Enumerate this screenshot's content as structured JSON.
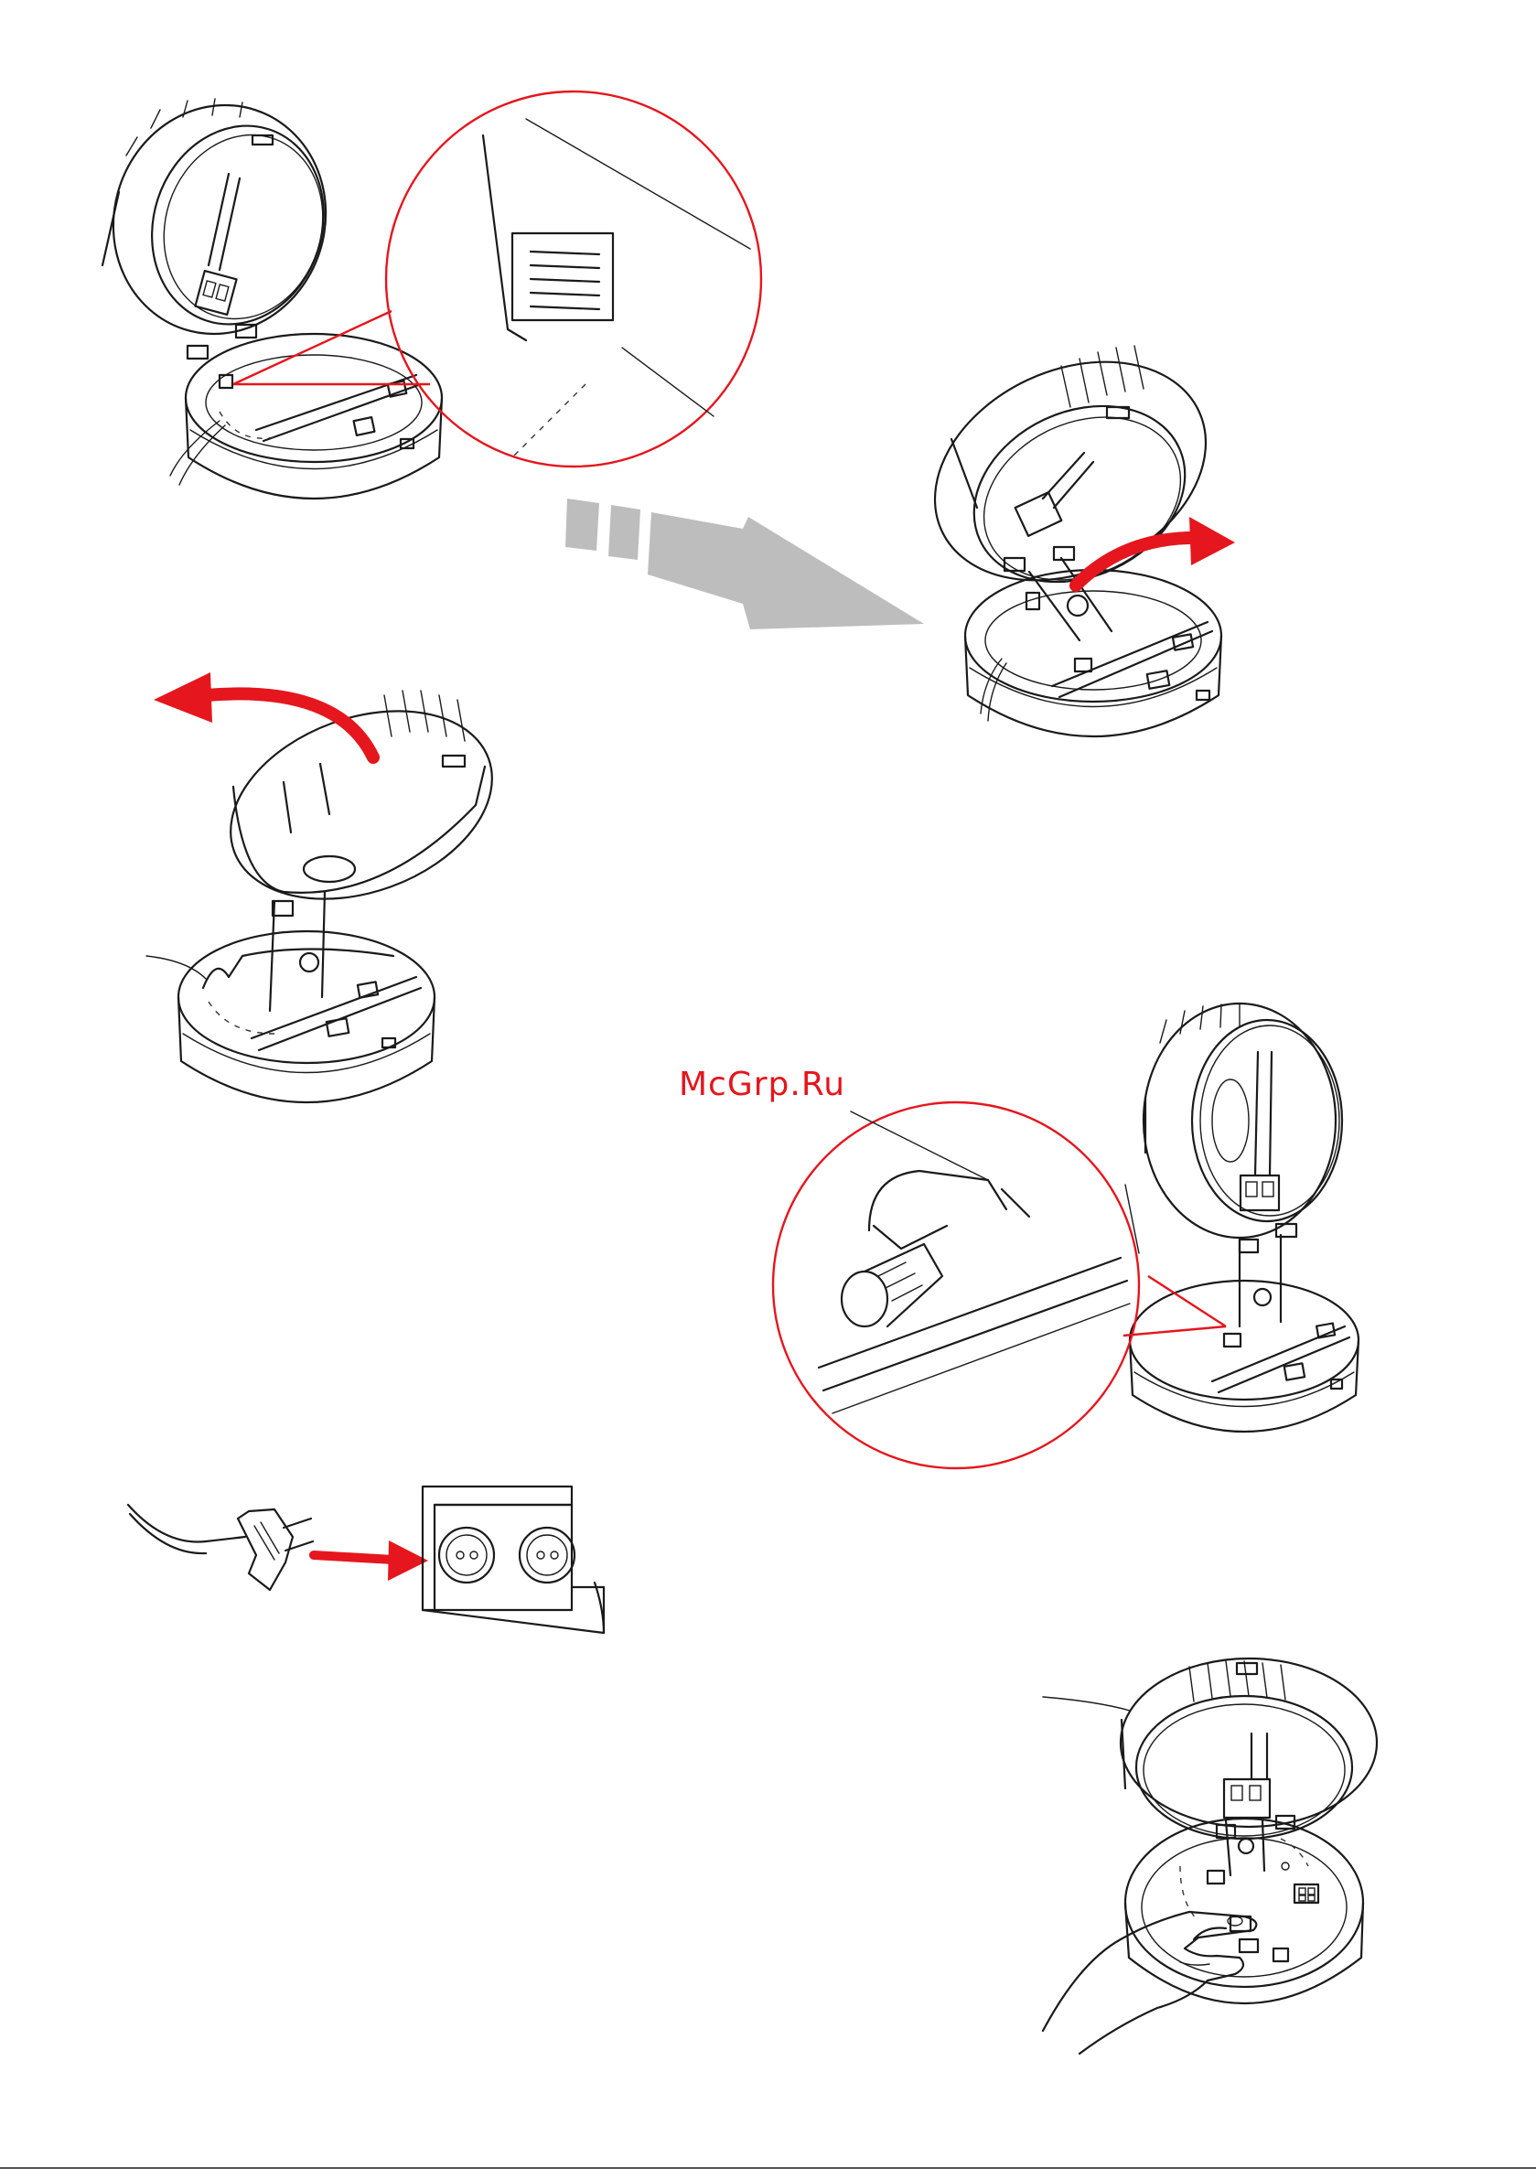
{
  "watermark": {
    "text": "McGrp.Ru",
    "color": "#e5161d"
  },
  "colors": {
    "accent": "#e5161d",
    "line": "#1a1a1a",
    "guide_arrow": "#bdbdbd"
  },
  "figures": [
    {
      "id": "step-1",
      "icon": "lamp-open-with-clip-zoom"
    },
    {
      "id": "step-2",
      "icon": "lamp-rotate-forward"
    },
    {
      "id": "step-3",
      "icon": "lamp-tilt-back"
    },
    {
      "id": "step-4",
      "icon": "lamp-pivot-zoom"
    },
    {
      "id": "step-5",
      "icon": "plug-into-socket"
    },
    {
      "id": "step-6",
      "icon": "hand-press-switch"
    }
  ]
}
